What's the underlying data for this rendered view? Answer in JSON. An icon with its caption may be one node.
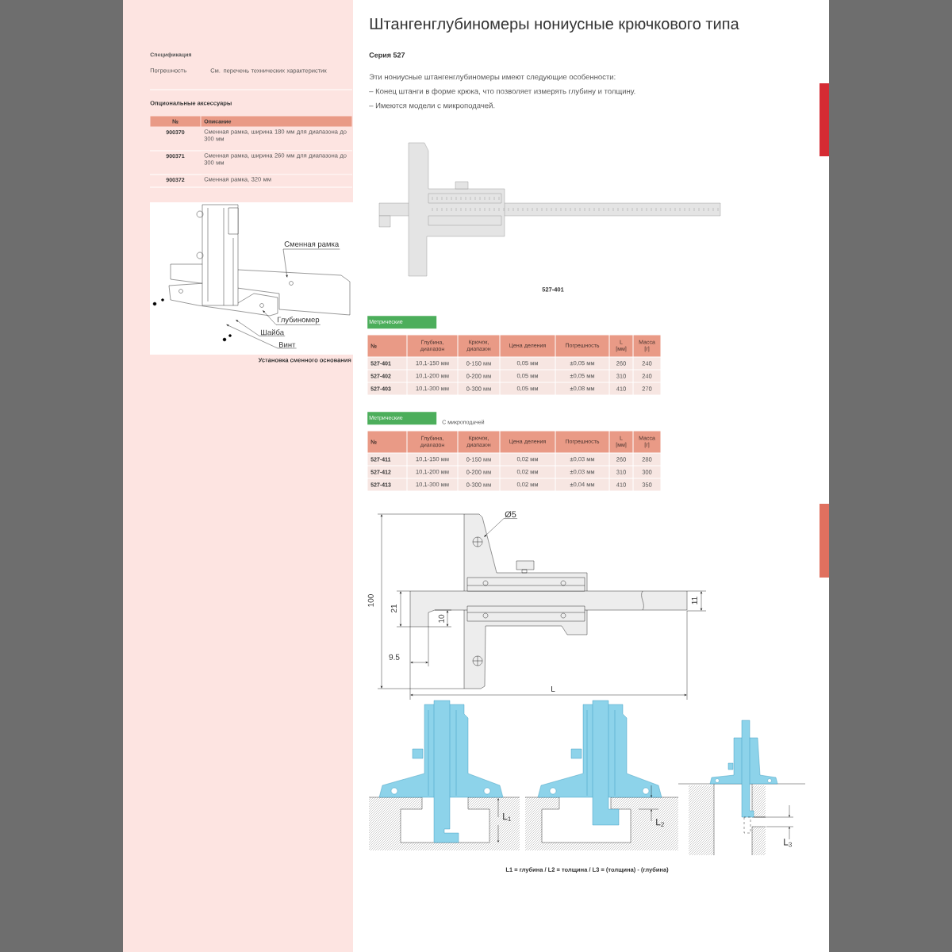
{
  "diagram": {
    "title": "Штангенглубиномеры нониусные крючкового типа",
    "nodes": [
      {
        "text": [
          "Сменная рамка"
        ]
      },
      {
        "text": [
          "Глубиномер"
        ]
      },
      {
        "text": [
          "Шайба"
        ]
      },
      {
        "text": [
          "Винт"
        ]
      },
      {
        "text": [
          "Метрические"
        ]
      },
      {
        "text": [
          "Метрические"
        ]
      },
      {
        "text": [
          "Ø5"
        ]
      }
    ],
    "edges": [
      {
        "from": 0,
        "to": null,
        "arrow": "to"
      },
      {
        "from": 1,
        "to": null,
        "arrow": "to"
      },
      {
        "from": 2,
        "to": null,
        "arrow": "to"
      },
      {
        "from": 3,
        "to": null,
        "arrow": "to"
      },
      {
        "from": 6,
        "to": null,
        "arrow": "to"
      }
    ],
    "labels": [
      "Спецификация",
      "Погрешность",
      "См. перечень технических характеристик",
      "Опциональные аксессуары",
      "№",
      "Описание",
      "900370",
      "Сменная рамка, ширина 180 мм для диапазона до 300 мм",
      "900371",
      "Сменная рамка, ширина 260 мм для диапазона до 300 мм",
      "900372",
      "Сменная рамка, 320 мм",
      "Установка сменного основания",
      "Серия 527",
      "Эти нониусные штангенглубиномеры имеют следующие особенности:",
      "– Конец штанги в форме крюка, что позволяет измерять глубину и толщину.",
      "– Имеются модели с микроподачей.",
      "527-401",
      "№",
      "Глубина, диапазон",
      "Крючок, диапазон",
      "Цена деления",
      "Погрешность",
      "L [мм]",
      "Масса [г]",
      "527-401",
      "10,1-150 мм",
      "0-150 мм",
      "0,05 мм",
      "±0,05 мм",
      "260",
      "240",
      "527-402",
      "10,1-200 мм",
      "0-200 мм",
      "0,05 мм",
      "±0,05 мм",
      "310",
      "240",
      "527-403",
      "10,1-300 мм",
      "0-300 мм",
      "0,05 мм",
      "±0,08 мм",
      "410",
      "270",
      "С микроподачей",
      "№",
      "Глубина, диапазон",
      "Крючок, диапазон",
      "Цена деления",
      "Погрешность",
      "L [мм]",
      "Масса [г]",
      "527-411",
      "10,1-150 мм",
      "0-150 мм",
      "0,02 мм",
      "±0,03 мм",
      "260",
      "280",
      "527-412",
      "10,1-200 мм",
      "0-200 мм",
      "0,02 мм",
      "±0,03 мм",
      "310",
      "300",
      "527-413",
      "10,1-300 мм",
      "0-300 мм",
      "0,02 мм",
      "±0,04 мм",
      "410",
      "350",
      "100",
      "21",
      "10",
      "9.5",
      "11",
      "L",
      "L$_{1}$",
      "L$_{2}$",
      "L$_{3}$",
      "L1 = глубина / L2 = толщина / L3 = (толщина) - (глубина)"
    ]
  }
}
